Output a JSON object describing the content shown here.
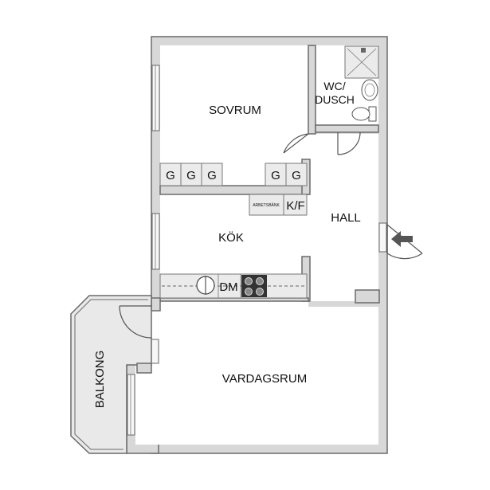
{
  "rooms": {
    "sovrum": "SOVRUM",
    "wc_line1": "WC/",
    "wc_line2": "DUSCH",
    "hall": "HALL",
    "kok": "KÖK",
    "vardagsrum": "VARDAGSRUM",
    "balkong": "BALKONG"
  },
  "fixtures": {
    "g": "G",
    "arbetsbank": "ARBETSBÄNK",
    "kf": "K/F",
    "dm": "DM"
  },
  "colors": {
    "wall": "#d8d8d8",
    "wall_stroke": "#6a6a6a",
    "fixture": "#ebebeb",
    "text": "#111111"
  },
  "icons": {
    "entrance": "arrow-left-icon",
    "sink": "sink-icon",
    "toilet": "toilet-icon",
    "stove": "stove-icon",
    "shower": "shower-icon"
  }
}
